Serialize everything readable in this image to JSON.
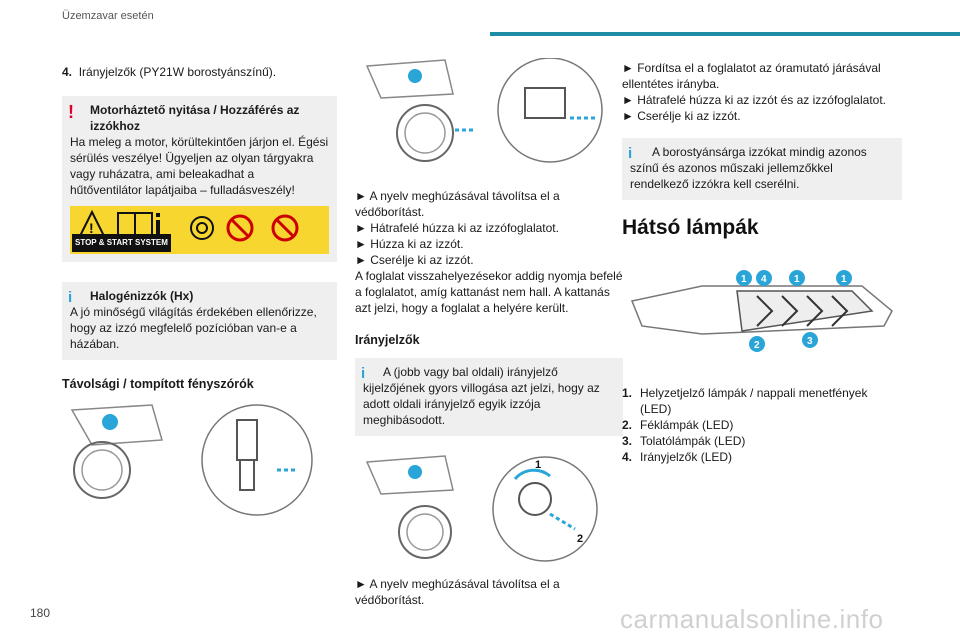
{
  "header": {
    "section": "Üzemzavar esetén",
    "accent": "#1f8ca6"
  },
  "page_number": "180",
  "watermark": "carmanualsonline.info",
  "col1": {
    "item4_num": "4.",
    "item4_text": "Irányjelzők (PY21W borostyánszínű).",
    "warning_title": "Motorháztető nyitása / Hozzáférés az izzókhoz",
    "warning_body": "Ha meleg a motor, körültekintően járjon el. Égési sérülés veszélye! Ügyeljen az olyan tárgyakra vagy ruházatra, ami beleakadhat a hűtőventilátor lapátjaiba – fulladásveszély!",
    "stop_label": "STOP & START SYSTEM",
    "halogen_title": "Halogénizzók (Hx)",
    "halogen_body": "A jó minőségű világítás érdekében ellenőrizze, hogy az izzó megfelelő pozícióban van-e a házában.",
    "section_heading": "Távolsági / tompított fényszórók"
  },
  "col2": {
    "steps1": [
      "► A nyelv meghúzásával távolítsa el a védőborítást.",
      "► Hátrafelé húzza ki az izzófoglalatot.",
      "► Húzza ki az izzót.",
      "► Cserélje ki az izzót."
    ],
    "para": "A foglalat visszahelyezésekor addig nyomja befelé a foglalatot, amíg kattanást nem hall. A kattanás azt jelzi, hogy a foglalat a helyére került.",
    "sub": "Irányjelzők",
    "info": "A (jobb vagy bal oldali) irányjelző kijelzőjének gyors villogása azt jelzi, hogy az adott oldali irányjelző egyik izzója meghibásodott.",
    "label1": "1",
    "label2": "2",
    "step_last": "► A nyelv meghúzásával távolítsa el a védőborítást."
  },
  "col3": {
    "steps": [
      "► Fordítsa el a foglalatot az óramutató járásával ellentétes irányba.",
      "► Hátrafelé húzza ki az izzót és az izzófoglalatot.",
      "► Cserélje ki az izzót."
    ],
    "info": "A borostyánsárga izzókat mindig azonos színű és azonos műszaki jellemzőkkel rendelkező izzókra kell cserélni.",
    "heading": "Hátsó lámpák",
    "callouts": [
      "1",
      "4",
      "1",
      "1",
      "2",
      "3"
    ],
    "list": [
      {
        "n": "1.",
        "t": "Helyzetjelző lámpák / nappali menetfények (LED)"
      },
      {
        "n": "2.",
        "t": "Féklámpák (LED)"
      },
      {
        "n": "3.",
        "t": "Tolatólámpák (LED)"
      },
      {
        "n": "4.",
        "t": "Irányjelzők (LED)"
      }
    ]
  }
}
